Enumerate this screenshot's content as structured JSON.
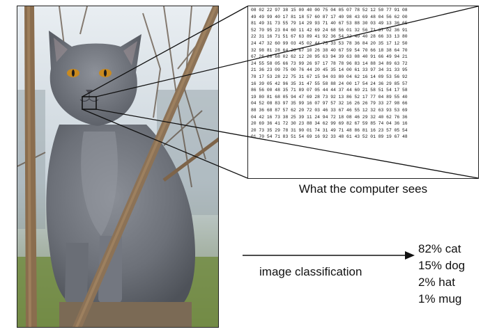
{
  "grid": {
    "rows": [
      "08 02 22 97 38 15 00 40 00 75 04 05 07 78 52 12 50 77 91 08",
      "49 49 99 40 17 81 18 57 60 87 17 40 98 43 69 48 04 56 62 00",
      "81 49 31 73 55 79 14 29 93 71 40 67 53 88 30 03 49 13 36 65",
      "52 70 95 23 04 60 11 42 69 24 68 56 01 32 56 71 37 02 36 91",
      "22 31 16 71 51 67 63 89 41 92 36 54 22 40 40 28 66 33 13 80",
      "24 47 32 60 99 03 45 02 44 75 33 53 78 36 84 20 35 17 12 50",
      "32 98 81 28 64 23 67 10 26 38 40 67 59 54 70 66 18 38 64 70",
      "67 26 20 68 02 62 12 20 95 63 94 39 63 08 40 91 66 49 94 21",
      "24 55 58 05 66 73 99 26 97 17 78 78 96 83 14 88 34 89 63 72",
      "21 36 23 09 75 00 76 44 20 45 35 14 00 61 33 97 34 31 33 95",
      "78 17 53 28 22 75 31 67 15 94 03 80 04 62 16 14 09 53 56 92",
      "16 39 05 42 96 35 31 47 55 58 88 24 00 17 54 24 36 29 85 57",
      "86 56 00 48 35 71 89 07 05 44 44 37 44 60 21 58 51 54 17 58",
      "19 80 81 68 05 94 47 69 28 73 92 13 86 52 17 77 04 89 55 40",
      "04 52 08 83 97 35 99 16 07 97 57 32 16 26 26 79 33 27 98 66",
      "88 36 68 87 57 62 20 72 03 46 33 67 46 55 12 32 63 93 53 69",
      "04 42 16 73 38 25 39 11 24 94 72 18 08 46 29 32 40 62 76 36",
      "20 69 36 41 72 30 23 88 34 62 99 69 82 67 59 85 74 04 36 16",
      "20 73 35 29 78 31 90 01 74 31 49 71 48 86 81 16 23 57 05 54",
      "01 70 54 71 83 51 54 69 16 92 33 48 61 43 52 01 89 19 67 48"
    ]
  },
  "caption": "What the computer sees",
  "arrow_label": "image classification",
  "predictions": [
    "82% cat",
    "15% dog",
    "2% hat",
    "1% mug"
  ]
}
